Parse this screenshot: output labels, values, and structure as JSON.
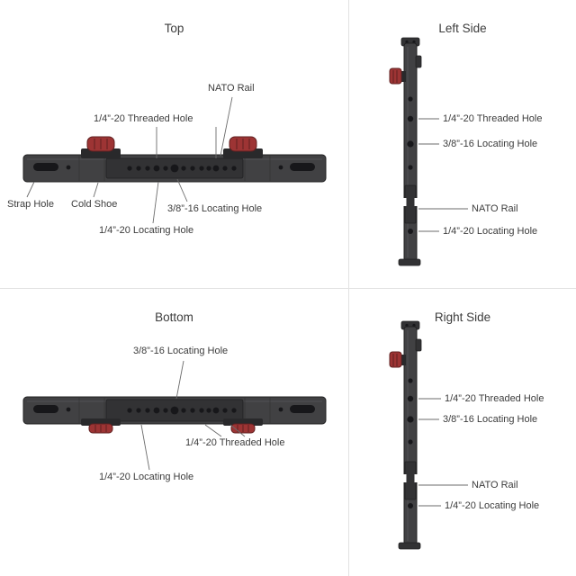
{
  "colors": {
    "bg": "#ffffff",
    "divider": "#e2e2e2",
    "text": "#3c3c3c",
    "leader": "#6b6b6b",
    "body": "#414143",
    "bodydark": "#323234",
    "edge": "#212122",
    "hole": "#17171a",
    "knob": "#9d3434",
    "knobdark": "#5f2020"
  },
  "views": {
    "top": {
      "title": "Top",
      "labels": {
        "nato_rail": "NATO Rail",
        "threaded_hole": "1/4”-20 Threaded Hole",
        "strap_hole": "Strap Hole",
        "cold_shoe": "Cold Shoe",
        "locating_hole_38": "3/8”-16 Locating Hole",
        "locating_hole_14": "1/4”-20 Locating Hole"
      }
    },
    "left_side": {
      "title": "Left Side",
      "labels": {
        "threaded_hole": "1/4”-20 Threaded Hole",
        "locating_hole_38": "3/8”-16 Locating Hole",
        "nato_rail": "NATO Rail",
        "locating_hole_14": "1/4”-20 Locating Hole"
      }
    },
    "bottom": {
      "title": "Bottom",
      "labels": {
        "locating_hole_38": "3/8”-16 Locating Hole",
        "threaded_hole": "1/4”-20 Threaded Hole",
        "locating_hole_14": "1/4”-20 Locating Hole"
      }
    },
    "right_side": {
      "title": "Right Side",
      "labels": {
        "threaded_hole": "1/4”-20 Threaded Hole",
        "locating_hole_38": "3/8”-16 Locating Hole",
        "nato_rail": "NATO Rail",
        "locating_hole_14": "1/4”-20 Locating Hole"
      }
    }
  }
}
